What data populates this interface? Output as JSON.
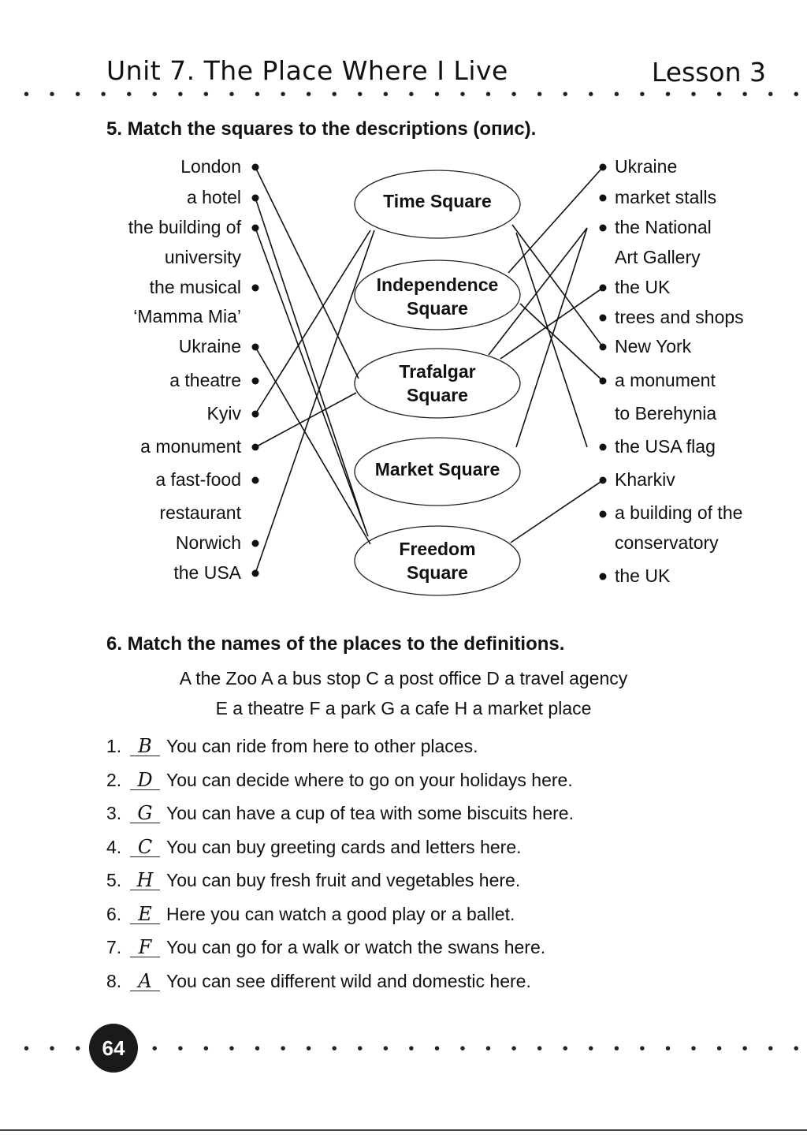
{
  "header": {
    "title": "Unit 7. The Place Where I Live",
    "lesson": "Lesson 3"
  },
  "dots": "• • • • • • • • • • • • • • • • • • • • • • • • • • • • • • • • • • • • • • • • • • • • • • • • •",
  "task5": {
    "title": "5.  Match the squares to the descriptions (опис).",
    "left": [
      "London",
      "a hotel",
      "the building of",
      "university",
      "the musical",
      "‘Mamma Mia’",
      "Ukraine",
      "a theatre",
      "Kyiv",
      "a monument",
      "a fast-food",
      "restaurant",
      "Norwich",
      "the USA"
    ],
    "squares": [
      [
        "Time Square",
        ""
      ],
      [
        "Independence",
        "Square"
      ],
      [
        "Trafalgar",
        "Square"
      ],
      [
        "Market Square",
        ""
      ],
      [
        "Freedom",
        "Square"
      ]
    ],
    "right": [
      "Ukraine",
      "market stalls",
      "the National",
      "Art Gallery",
      "the UK",
      "trees and shops",
      "New York",
      "a monument",
      "to Berehynia",
      "the USA flag",
      "Kharkiv",
      "a building of the",
      "conservatory",
      "the UK"
    ]
  },
  "task6": {
    "title": "6.  Match the names of the places to the definitions.",
    "options_line1": "A the Zoo   A a bus stop   C a post office   D a travel agency",
    "options_line2": "E a theatre   F a park   G a cafe   H a market place",
    "items": [
      {
        "num": "1.",
        "answer": "B",
        "text": "You can ride from here to other places."
      },
      {
        "num": "2.",
        "answer": "D",
        "text": "You can decide where to go on your holidays here."
      },
      {
        "num": "3.",
        "answer": "G",
        "text": "You can have a cup of tea with some biscuits here."
      },
      {
        "num": "4.",
        "answer": "C",
        "text": "You can buy greeting cards and letters here."
      },
      {
        "num": "5.",
        "answer": "H",
        "text": "You can buy fresh fruit and vegetables here."
      },
      {
        "num": "6.",
        "answer": "E",
        "text": "Here you can watch a good play or a ballet."
      },
      {
        "num": "7.",
        "answer": "F",
        "text": "You can go for a walk or watch the swans here."
      },
      {
        "num": "8.",
        "answer": "A",
        "text": "You can see different wild and domestic here."
      }
    ]
  },
  "page_number": "64"
}
